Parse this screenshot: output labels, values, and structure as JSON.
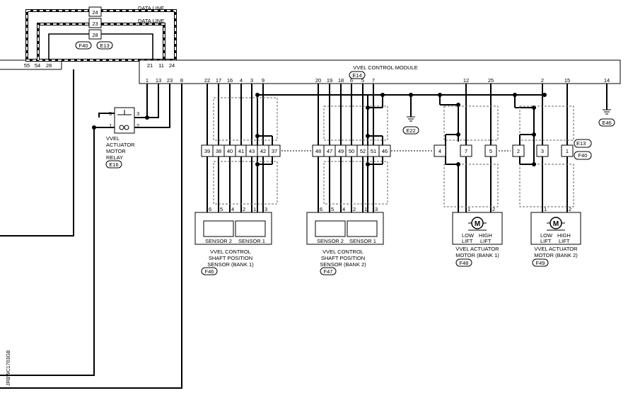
{
  "diagram_id": "JRBWC1703GB",
  "data_lines": [
    "DATA LINE",
    "DATA LINE"
  ],
  "connectors_top": {
    "pins": [
      "24",
      "23",
      "28"
    ],
    "codes": [
      "F40",
      "E13"
    ]
  },
  "ecm_pins": [
    "55",
    "54",
    "28"
  ],
  "module": {
    "name": "VVEL CONTROL MODULE",
    "code": "E14",
    "pins_top": [
      "21",
      "11",
      "24"
    ],
    "pins_bottom": [
      "1",
      "13",
      "23",
      "8",
      "22",
      "17",
      "16",
      "4",
      "3",
      "9",
      "20",
      "19",
      "18",
      "6",
      "5",
      "7",
      "12",
      "25",
      "2",
      "15",
      "14"
    ]
  },
  "relay": {
    "name_lines": [
      "VVEL",
      "ACTUATOR",
      "MOTOR",
      "RELAY"
    ],
    "code": "E16",
    "pins": [
      "5",
      "3",
      "1",
      "2"
    ]
  },
  "grounds": [
    "E22",
    "E46"
  ],
  "inline_connector": {
    "codes": [
      "E13",
      "F40"
    ],
    "pins_a": [
      "39",
      "38",
      "40",
      "41",
      "43",
      "42",
      "37"
    ],
    "pins_b": [
      "48",
      "47",
      "49",
      "50",
      "52",
      "51",
      "46"
    ],
    "pins_c": [
      "4",
      "7",
      "5"
    ],
    "pins_d": [
      "2",
      "3",
      "1"
    ]
  },
  "sensors": [
    {
      "labels": [
        "SENSOR 2",
        "SENSOR 1"
      ],
      "pins": [
        "6",
        "5",
        "4",
        "2",
        "1",
        "3"
      ],
      "name_lines": [
        "VVEL CONTROL",
        "SHAFT POSITION",
        "SENSOR (BANK 1)"
      ],
      "code": "F46"
    },
    {
      "labels": [
        "SENSOR 2",
        "SENSOR 1"
      ],
      "pins": [
        "6",
        "5",
        "4",
        "2",
        "1",
        "3"
      ],
      "name_lines": [
        "VVEL CONTROL",
        "SHAFT POSITION",
        "SENSOR (BANK 2)"
      ],
      "code": "F47"
    }
  ],
  "motors": [
    {
      "symbol": "M",
      "pins": [
        "1",
        "2"
      ],
      "lift": [
        "LOW",
        "LIFT",
        "HIGH",
        "LIFT"
      ],
      "name_lines": [
        "VVEL ACTUATOR",
        "MOTOR (BANK 1)"
      ],
      "code": "F48"
    },
    {
      "symbol": "M",
      "pins": [
        "1",
        "2"
      ],
      "lift": [
        "LOW",
        "LIFT",
        "HIGH",
        "LIFT"
      ],
      "name_lines": [
        "VVEL ACTUATOR",
        "MOTOR (BANK 2)"
      ],
      "code": "F49"
    }
  ]
}
